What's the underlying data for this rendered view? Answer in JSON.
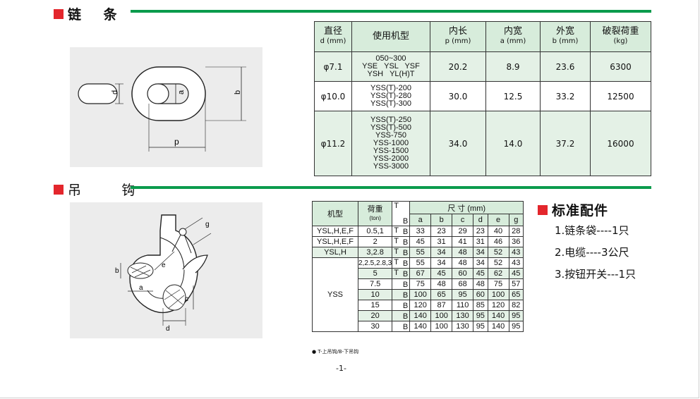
{
  "sections": {
    "chain": {
      "title": "链    条"
    },
    "hook": {
      "title": "吊        钩"
    },
    "accessories": {
      "title": "标准配件",
      "items": [
        "1.链条袋----1只",
        "2.电缆----3公尺",
        "3.按钮开关---1只"
      ]
    }
  },
  "chain_figure": {
    "labels": {
      "d": "d",
      "a": "a",
      "b": "b",
      "p": "p"
    }
  },
  "hook_figure": {
    "labels": {
      "g": "g",
      "e": "e",
      "b": "b",
      "a": "a",
      "c": "c",
      "d": "d"
    }
  },
  "chain_table": {
    "headers": [
      {
        "main": "直径",
        "sub": "d (mm)"
      },
      {
        "main": "使用机型",
        "sub": ""
      },
      {
        "main": "内长",
        "sub": "p (mm)"
      },
      {
        "main": "内宽",
        "sub": "a (mm)"
      },
      {
        "main": "外宽",
        "sub": "b (mm)"
      },
      {
        "main": "破裂荷重",
        "sub": "(kg)"
      }
    ],
    "rows": [
      {
        "dia": "φ7.1",
        "models": [
          "050~300",
          "YSE   YSL   YSF",
          "YSH   YL(H)T"
        ],
        "p": "20.2",
        "a": "8.9",
        "b": "23.6",
        "load": "6300"
      },
      {
        "dia": "φ10.0",
        "models": [
          "YSS(T)-200",
          "YSS(T)-280",
          "YSS(T)-300"
        ],
        "p": "30.0",
        "a": "12.5",
        "b": "33.2",
        "load": "12500"
      },
      {
        "dia": "φ11.2",
        "models": [
          "YSS(T)-250",
          "YSS(T)-500",
          "YSS-750",
          "YSS-1000",
          "YSS-1500",
          "YSS-2000",
          "YSS-3000"
        ],
        "p": "34.0",
        "a": "14.0",
        "b": "37.2",
        "load": "16000"
      }
    ]
  },
  "hook_table": {
    "h_model": "机型",
    "h_load": "荷重",
    "h_load_unit": "(ton)",
    "h_tb_t": "T",
    "h_tb_b": "B",
    "h_dims": "尺 寸 (mm)",
    "dim_cols": [
      "a",
      "b",
      "c",
      "d",
      "e",
      "g"
    ],
    "rows": [
      {
        "model": "YSL,H,E,F",
        "load": "0.5,1",
        "t": "T",
        "b": "B",
        "vals": [
          "33",
          "23",
          "29",
          "23",
          "40",
          "28"
        ]
      },
      {
        "model": "YSL,H,E,F",
        "load": "2",
        "t": "T",
        "b": "B",
        "vals": [
          "45",
          "31",
          "41",
          "31",
          "46",
          "36"
        ]
      },
      {
        "model": "YSL,H",
        "load": "3,2.8",
        "t": "T",
        "b": "B",
        "vals": [
          "55",
          "34",
          "48",
          "34",
          "52",
          "43"
        ]
      },
      {
        "model": "YSS",
        "load": "2,2.5,2.8,3",
        "t": "T",
        "b": "B",
        "vals": [
          "55",
          "34",
          "48",
          "34",
          "52",
          "43"
        ]
      },
      {
        "model": "",
        "load": "5",
        "t": "T",
        "b": "B",
        "vals": [
          "67",
          "45",
          "60",
          "45",
          "62",
          "45"
        ]
      },
      {
        "model": "",
        "load": "7.5",
        "t": "",
        "b": "B",
        "vals": [
          "75",
          "48",
          "68",
          "48",
          "75",
          "57"
        ]
      },
      {
        "model": "",
        "load": "10",
        "t": "",
        "b": "B",
        "vals": [
          "100",
          "65",
          "95",
          "60",
          "100",
          "65"
        ]
      },
      {
        "model": "",
        "load": "15",
        "t": "",
        "b": "B",
        "vals": [
          "120",
          "87",
          "110",
          "85",
          "120",
          "82"
        ]
      },
      {
        "model": "",
        "load": "20",
        "t": "",
        "b": "B",
        "vals": [
          "140",
          "100",
          "130",
          "95",
          "140",
          "95"
        ]
      },
      {
        "model": "",
        "load": "30",
        "t": "",
        "b": "B",
        "vals": [
          "140",
          "100",
          "130",
          "95",
          "140",
          "95"
        ]
      }
    ]
  },
  "footnote": "● T-上吊钩/B-下吊钩",
  "page_number": "-1-"
}
